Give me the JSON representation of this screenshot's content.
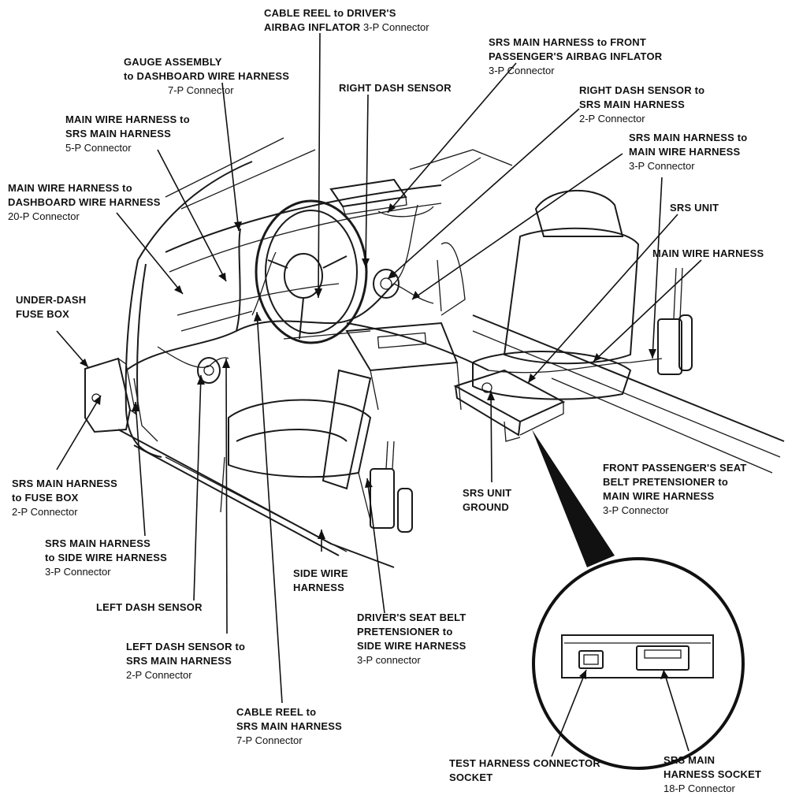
{
  "labels": {
    "cable_reel_driver": {
      "line1": "CABLE REEL to DRIVER'S",
      "line2_bold": "AIRBAG INFLATOR",
      "line2_normal": " 3-P Connector"
    },
    "srs_front_passenger": {
      "line1": "SRS MAIN HARNESS to FRONT",
      "line2": "PASSENGER'S AIRBAG INFLATOR",
      "line3": "3-P Connector"
    },
    "gauge_assembly": {
      "line1": "GAUGE ASSEMBLY",
      "line2": "to DASHBOARD WIRE HARNESS",
      "line3": "7-P Connector"
    },
    "right_dash_sensor": {
      "line1": "RIGHT DASH SENSOR"
    },
    "right_dash_to_srs": {
      "line1": "RIGHT DASH SENSOR to",
      "line2": "SRS MAIN HARNESS",
      "line3": "2-P Connector"
    },
    "main_to_srs": {
      "line1": "MAIN WIRE HARNESS to",
      "line2": "SRS MAIN HARNESS",
      "line3": "5-P Connector"
    },
    "srs_to_main": {
      "line1": "SRS MAIN HARNESS to",
      "line2": "MAIN WIRE HARNESS",
      "line3": "3-P Connector"
    },
    "main_to_dash": {
      "line1": "MAIN WIRE HARNESS to",
      "line2": "DASHBOARD WIRE HARNESS",
      "line3": "20-P Connector"
    },
    "srs_unit": {
      "line1": "SRS UNIT"
    },
    "main_wire_harness": {
      "line1": "MAIN WIRE HARNESS"
    },
    "under_dash_fuse": {
      "line1": "UNDER-DASH",
      "line2": "FUSE BOX"
    },
    "front_pass_seat_belt": {
      "line1": "FRONT PASSENGER'S SEAT",
      "line2": "BELT PRETENSIONER to",
      "line3": "MAIN WIRE HARNESS",
      "line4": "3-P Connector"
    },
    "srs_to_fuse": {
      "line1": "SRS MAIN HARNESS",
      "line2": "to FUSE BOX",
      "line3": "2-P Connector"
    },
    "srs_unit_ground": {
      "line1": "SRS UNIT",
      "line2": "GROUND"
    },
    "srs_to_side": {
      "line1": "SRS MAIN HARNESS",
      "line2": "to SIDE WIRE HARNESS",
      "line3": "3-P Connector"
    },
    "side_wire": {
      "line1": "SIDE WIRE",
      "line2": "HARNESS"
    },
    "left_dash_sensor": {
      "line1": "LEFT DASH SENSOR"
    },
    "drivers_seat_belt": {
      "line1": "DRIVER'S SEAT BELT",
      "line2": "PRETENSIONER to",
      "line3": "SIDE WIRE HARNESS",
      "line4": "3-P connector"
    },
    "left_dash_to_srs": {
      "line1": "LEFT DASH SENSOR to",
      "line2": "SRS MAIN HARNESS",
      "line3": "2-P Connector"
    },
    "cable_reel_srs": {
      "line1": "CABLE REEL to",
      "line2": "SRS MAIN HARNESS",
      "line3": "7-P Connector"
    },
    "test_harness": {
      "line1": "TEST HARNESS CONNECTOR",
      "line2": "SOCKET"
    },
    "srs_main_socket": {
      "line1": "SRS MAIN",
      "line2": "HARNESS SOCKET",
      "line3": "18-P Connector"
    }
  }
}
